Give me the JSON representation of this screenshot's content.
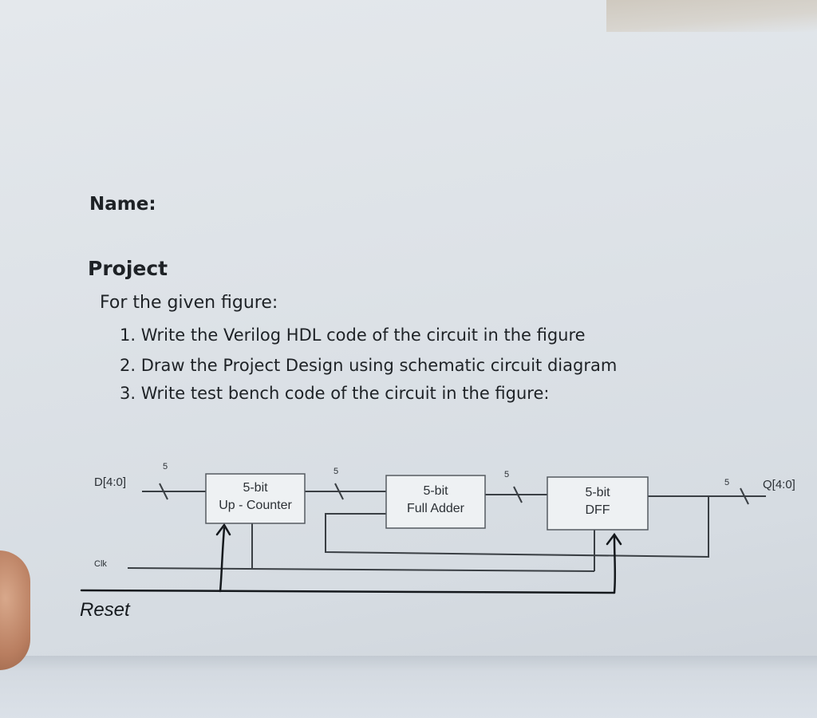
{
  "document": {
    "name_label": "Name:",
    "project_title": "Project",
    "intro": "For the given figure:",
    "tasks": [
      "1. Write the Verilog HDL code of the circuit in the figure",
      "2. Draw the Project Design using schematic circuit diagram",
      "3. Write test bench code of the circuit in the figure:"
    ]
  },
  "diagram": {
    "input_label": "D[4:0]",
    "output_label": "Q[4:0]",
    "clock_label": "Clk",
    "reset_label": "Reset",
    "bus_width": "5",
    "blocks": [
      {
        "line1": "5-bit",
        "line2": "Up - Counter"
      },
      {
        "line1": "5-bit",
        "line2": "Full Adder"
      },
      {
        "line1": "5-bit",
        "line2": "DFF"
      }
    ]
  }
}
